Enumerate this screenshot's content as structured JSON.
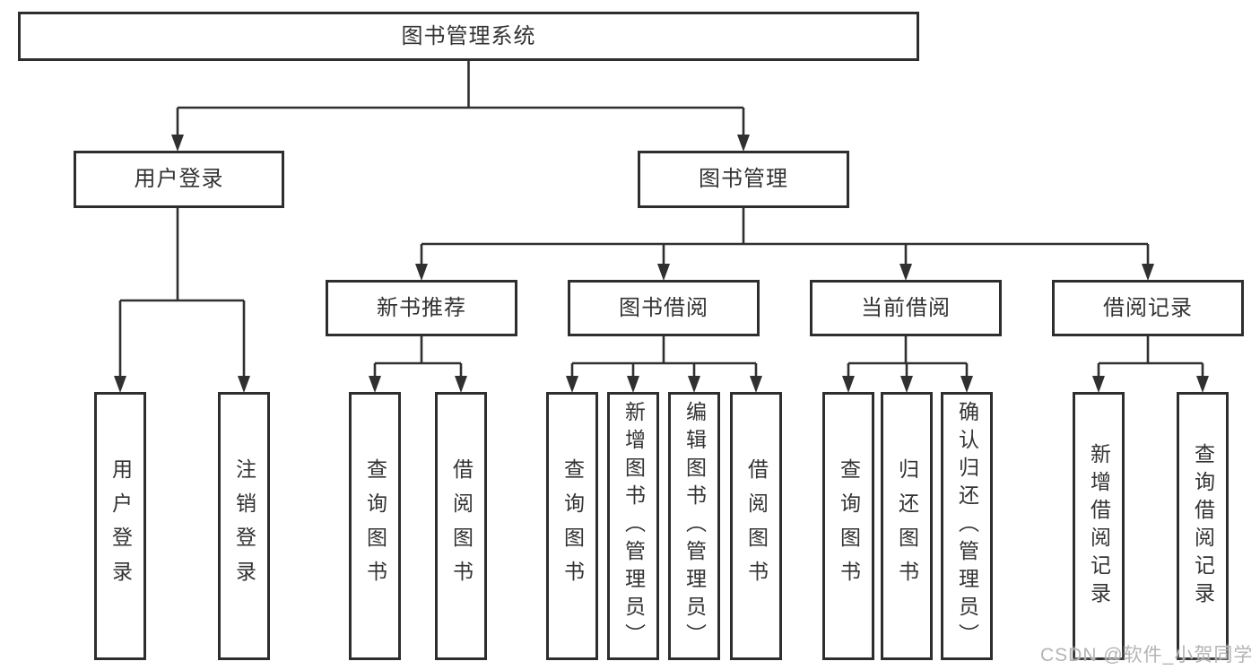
{
  "diagram": {
    "type": "hierarchy-structure-chart",
    "colors": {
      "line": "#303030",
      "box_border": "#2e2e2e",
      "text": "#333333",
      "background": "#ffffff",
      "watermark_text_color": "#b4b4b4"
    },
    "nodes": {
      "root": {
        "label": "图书管理系统"
      },
      "user_login": {
        "label": "用户登录"
      },
      "book_management": {
        "label": "图书管理"
      },
      "new_book_recommend": {
        "label": "新书推荐"
      },
      "book_borrowing": {
        "label": "图书借阅"
      },
      "current_borrowing": {
        "label": "当前借阅"
      },
      "borrow_records": {
        "label": "借阅记录"
      },
      "leaf_user_login": {
        "label": "用户登录"
      },
      "leaf_logout": {
        "label": "注销登录"
      },
      "leaf_query_books_recommend": {
        "label": "查询图书"
      },
      "leaf_borrow_books_recommend": {
        "label": "借阅图书"
      },
      "leaf_query_books_borrowing": {
        "label": "查询图书"
      },
      "leaf_add_books_admin": {
        "label": "新增图书（管理员）"
      },
      "leaf_edit_books_admin": {
        "label": "编辑图书（管理员）"
      },
      "leaf_borrow_books_borrowing": {
        "label": "借阅图书"
      },
      "leaf_query_books_current": {
        "label": "查询图书"
      },
      "leaf_return_books": {
        "label": "归还图书"
      },
      "leaf_confirm_return_admin": {
        "label": "确认归还（管理员）"
      },
      "leaf_add_borrow_record": {
        "label": "新增借阅记录"
      },
      "leaf_query_borrow_record": {
        "label": "查询借阅记录"
      }
    },
    "edges": [
      [
        "root",
        "user_login"
      ],
      [
        "root",
        "book_management"
      ],
      [
        "user_login",
        "leaf_user_login"
      ],
      [
        "user_login",
        "leaf_logout"
      ],
      [
        "book_management",
        "new_book_recommend"
      ],
      [
        "book_management",
        "book_borrowing"
      ],
      [
        "book_management",
        "current_borrowing"
      ],
      [
        "book_management",
        "borrow_records"
      ],
      [
        "new_book_recommend",
        "leaf_query_books_recommend"
      ],
      [
        "new_book_recommend",
        "leaf_borrow_books_recommend"
      ],
      [
        "book_borrowing",
        "leaf_query_books_borrowing"
      ],
      [
        "book_borrowing",
        "leaf_add_books_admin"
      ],
      [
        "book_borrowing",
        "leaf_edit_books_admin"
      ],
      [
        "book_borrowing",
        "leaf_borrow_books_borrowing"
      ],
      [
        "current_borrowing",
        "leaf_query_books_current"
      ],
      [
        "current_borrowing",
        "leaf_return_books"
      ],
      [
        "current_borrowing",
        "leaf_confirm_return_admin"
      ],
      [
        "borrow_records",
        "leaf_add_borrow_record"
      ],
      [
        "borrow_records",
        "leaf_query_borrow_record"
      ]
    ]
  },
  "watermark": {
    "text": "CSDN @软件_小贺同学"
  }
}
